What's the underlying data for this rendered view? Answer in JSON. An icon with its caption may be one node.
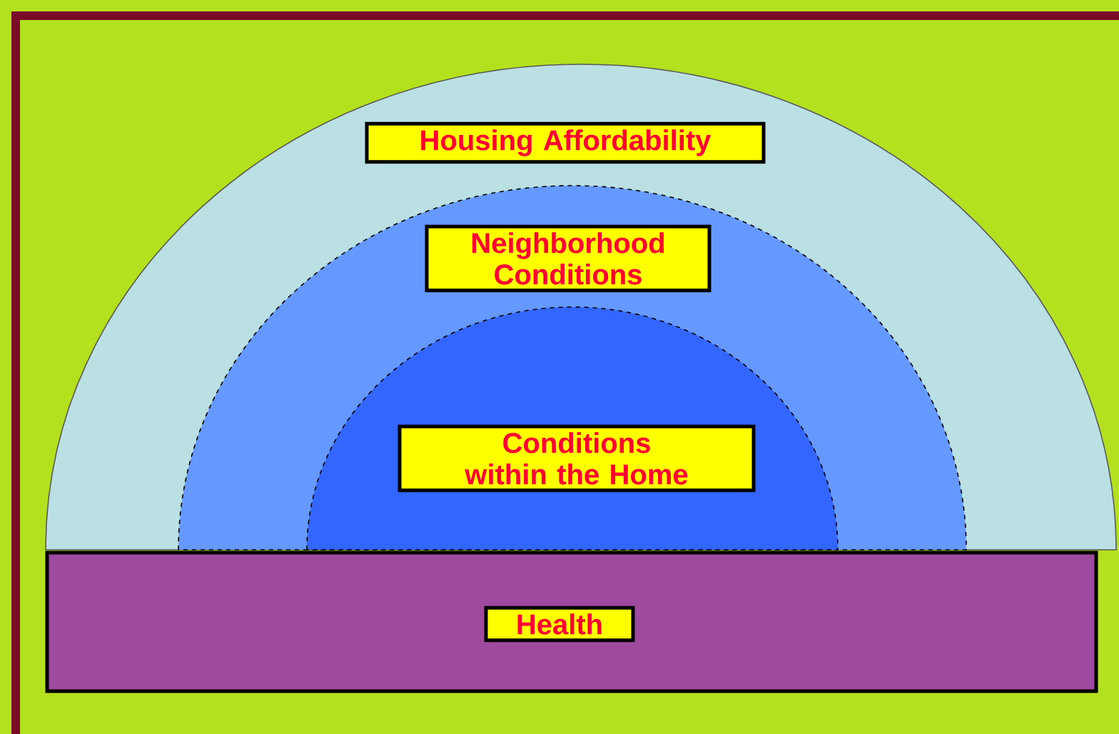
{
  "diagram": {
    "nodes": [
      {
        "text": [],
        "shape": "semicircle"
      },
      {
        "text": [
          "Housing Affordability"
        ],
        "in": 0
      },
      {
        "text": [],
        "shape": "semicircle",
        "in": 0
      },
      {
        "text": [
          "Neighborhood Conditions"
        ],
        "in": 2
      },
      {
        "text": [],
        "shape": "semicircle",
        "in": 2
      },
      {
        "text": [
          "Conditions within the Home"
        ],
        "in": 4
      },
      {
        "text": [],
        "shape": "bar"
      },
      {
        "text": [
          "Health"
        ],
        "in": 6
      }
    ]
  }
}
